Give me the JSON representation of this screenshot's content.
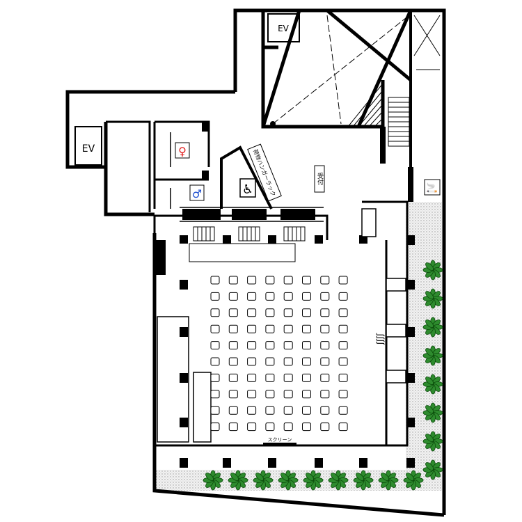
{
  "labels": {
    "elevator_top": "EV",
    "elevator_left": "EV",
    "reception": "受付",
    "luggage_rack": "荷物ハンガーラック",
    "screen": "スクリーン"
  },
  "seating": {
    "rows": 10,
    "columns": 8
  },
  "plants": {
    "right_count": 8,
    "bottom_count": 9
  },
  "colors": {
    "wall": "#000000",
    "plant": "#2e8b2e",
    "plant_dark": "#0a4a0a",
    "terrace": "#e6e6e6",
    "female": "#e02020",
    "male": "#2050d0"
  }
}
